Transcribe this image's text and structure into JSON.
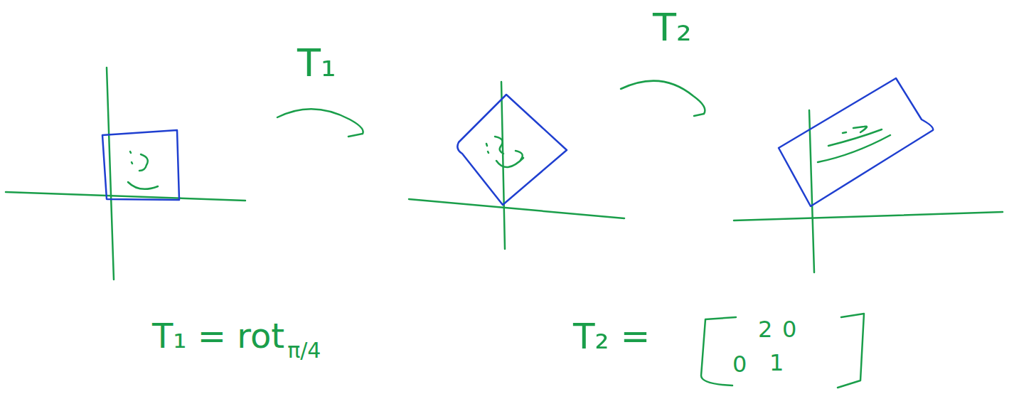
{
  "diagram": {
    "labels": [
      "T₁",
      "T₂",
      "T₁ = rot",
      "π/4",
      "T₂ =",
      "2",
      "0",
      "0",
      "1"
    ]
  }
}
